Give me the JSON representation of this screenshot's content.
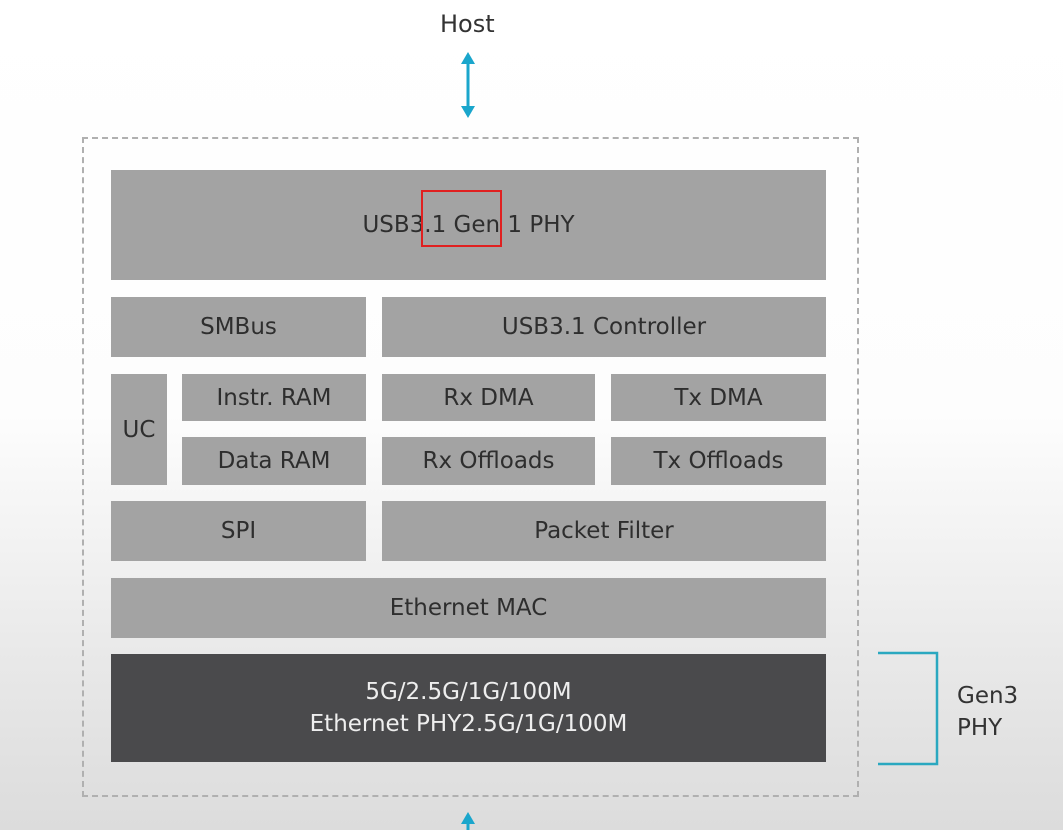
{
  "host_label": "Host",
  "blocks": {
    "usb_phy": "USB3.1 Gen 1 PHY",
    "smbus": "SMBus",
    "usb_controller": "USB3.1 Controller",
    "uc": "UC",
    "instr_ram": "Instr. RAM",
    "data_ram": "Data RAM",
    "rx_dma": "Rx DMA",
    "tx_dma": "Tx DMA",
    "rx_offloads": "Rx Offloads",
    "tx_offloads": "Tx Offloads",
    "spi": "SPI",
    "packet_filter": "Packet Filter",
    "ethernet_mac": "Ethernet MAC",
    "ethernet_phy_line1": "5G/2.5G/1G/100M",
    "ethernet_phy_line2": "Ethernet PHY2.5G/1G/100M"
  },
  "bracket_label": {
    "line1": "Gen3",
    "line2": "PHY"
  },
  "colors": {
    "arrow": "#1aa6cc",
    "highlight": "#e02020",
    "block": "#a3a3a3",
    "dark_block": "#4a4a4c"
  }
}
